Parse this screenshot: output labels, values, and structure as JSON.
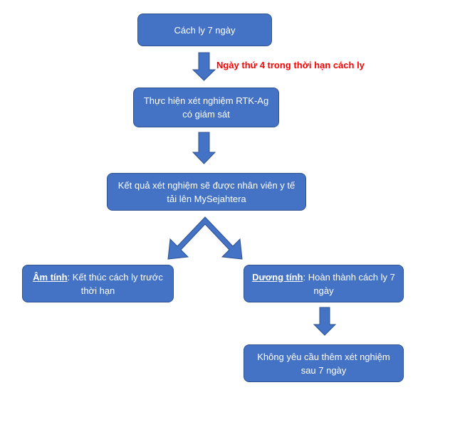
{
  "diagram": {
    "steps": {
      "quarantine": "Cách ly 7 ngày",
      "test": "Thực hiện xét nghiệm RTK-Ag có giám sát",
      "upload": "Kết quả xét nghiệm sẽ được nhân viên y tế tải lên MySejahtera",
      "negative_label": "Âm tính",
      "negative_text": ": Kết thúc cách ly trước thời hạn",
      "positive_label": "Dương tính",
      "positive_text": ": Hoàn thành cách ly 7 ngày",
      "no_more_tests": "Không yêu cầu thêm xét nghiệm sau 7 ngày"
    },
    "annotation": "Ngày thứ 4 trong thời hạn cách ly"
  },
  "colors": {
    "box_fill": "#4472c4",
    "box_border": "#2f528f",
    "box_text": "#ffffff",
    "annotation": "#ff0000"
  }
}
